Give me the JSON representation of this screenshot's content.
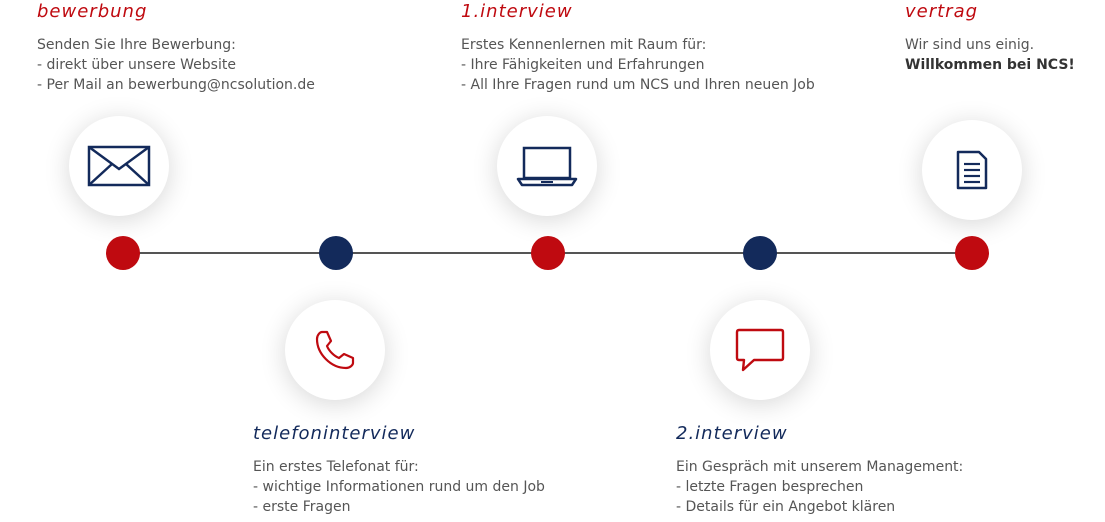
{
  "colors": {
    "red": "#bf0a10",
    "navy": "#132a5b",
    "line": "#555555"
  },
  "steps": [
    {
      "title": "bewerbung",
      "lines": [
        "Senden Sie Ihre Bewerbung:",
        "- direkt über unsere Website",
        "- Per Mail an bewerbung@ncsolution.de"
      ],
      "icon": "envelope-icon"
    },
    {
      "title": "telefoninterview",
      "lines": [
        "Ein erstes Telefonat für:",
        "- wichtige Informationen rund um den Job",
        "- erste Fragen"
      ],
      "icon": "phone-icon"
    },
    {
      "title": "1.interview",
      "lines": [
        "Erstes Kennenlernen mit Raum für:",
        "- Ihre Fähigkeiten und Erfahrungen",
        "- All Ihre Fragen rund um NCS und Ihren neuen Job"
      ],
      "icon": "laptop-icon"
    },
    {
      "title": "2.interview",
      "lines": [
        "Ein Gespräch mit unserem Management:",
        "- letzte Fragen besprechen",
        "- Details für ein Angebot klären"
      ],
      "icon": "chat-bubble-icon"
    },
    {
      "title": "vertrag",
      "lines": [
        "Wir sind uns einig.",
        "Willkommen bei NCS!"
      ],
      "icon": "document-icon"
    }
  ]
}
